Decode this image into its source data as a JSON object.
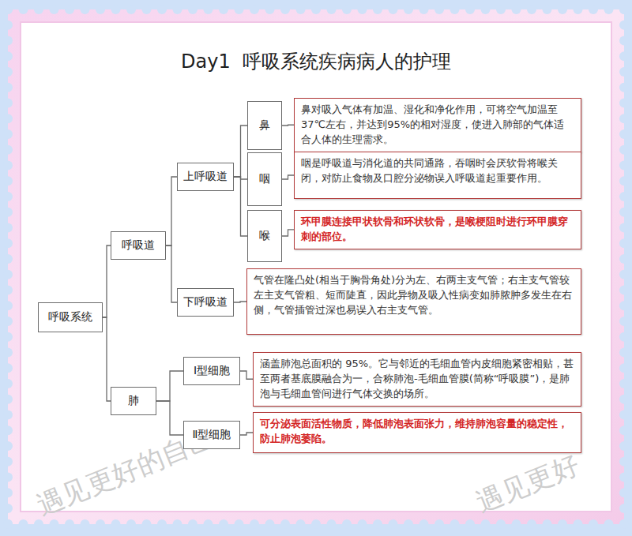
{
  "diagram": {
    "title": "Day1  呼吸系统疾病病人的护理",
    "nodes": [
      {
        "text": [
          "呼吸系统"
        ]
      },
      {
        "text": [
          "呼吸道"
        ]
      },
      {
        "text": [
          "上呼吸道"
        ]
      },
      {
        "text": [
          "鼻"
        ]
      },
      {
        "text": [
          "鼻对吸入气体有加温、湿化和净化作用，可将空气加温至37℃左右，并达到95%的相对湿度，使进入肺部的气体适合人体的生理需求。"
        ]
      },
      {
        "text": [
          "咽"
        ]
      },
      {
        "text": [
          "咽是呼吸道与消化道的共同通路，吞咽时会厌软骨将喉关闭，对防止食物及口腔分泌物误入呼吸道起重要作用。"
        ]
      },
      {
        "text": [
          "喉"
        ]
      },
      {
        "text": [
          "环甲膜连接甲状软骨和环状软骨，是喉梗阻时进行环甲膜穿刺的部位。"
        ]
      },
      {
        "text": [
          "下呼吸道"
        ]
      },
      {
        "text": [
          "气管在隆凸处(相当于胸骨角处)分为左、右两主支气管；右主支气管较左主支气管粗、短而陡直，因此异物及吸入性病变如肺脓肿多发生在右侧，气管插管过深也易误入右主支气管。"
        ]
      },
      {
        "text": [
          "肺"
        ]
      },
      {
        "text": [
          "Ⅰ型细胞"
        ]
      },
      {
        "text": [
          "涵盖肺泡总面积的 95%。它与邻近的毛细血管内皮细胞紧密相贴，甚至两者基底膜融合为一，合称肺泡-毛细血管膜(简称“呼吸膜”)，是肺泡与毛细血管间进行气体交换的场所。"
        ]
      },
      {
        "text": [
          "Ⅱ型细胞"
        ]
      },
      {
        "text": [
          "可分泌表面活性物质，降低肺泡表面张力，维持肺泡容量的稳定性，防止肺泡萎陷。"
        ]
      }
    ],
    "edges": [
      {
        "from": 0,
        "to": 1,
        "arrow": "none"
      },
      {
        "from": 0,
        "to": 11,
        "arrow": "none"
      },
      {
        "from": 1,
        "to": 2,
        "arrow": "none"
      },
      {
        "from": 1,
        "to": 9,
        "arrow": "none"
      },
      {
        "from": 2,
        "to": 3,
        "arrow": "none"
      },
      {
        "from": 2,
        "to": 5,
        "arrow": "none"
      },
      {
        "from": 2,
        "to": 7,
        "arrow": "none"
      },
      {
        "from": 3,
        "to": 4,
        "arrow": "none"
      },
      {
        "from": 5,
        "to": 6,
        "arrow": "none"
      },
      {
        "from": 7,
        "to": 8,
        "arrow": "none"
      },
      {
        "from": 9,
        "to": 10,
        "arrow": "none"
      },
      {
        "from": 11,
        "to": 12,
        "arrow": "none"
      },
      {
        "from": 11,
        "to": 14,
        "arrow": "none"
      },
      {
        "from": 12,
        "to": 13,
        "arrow": "none"
      },
      {
        "from": 14,
        "to": 15,
        "arrow": "none"
      }
    ],
    "labels": [
      "遇见更好的自己",
      "遇见更好"
    ]
  }
}
